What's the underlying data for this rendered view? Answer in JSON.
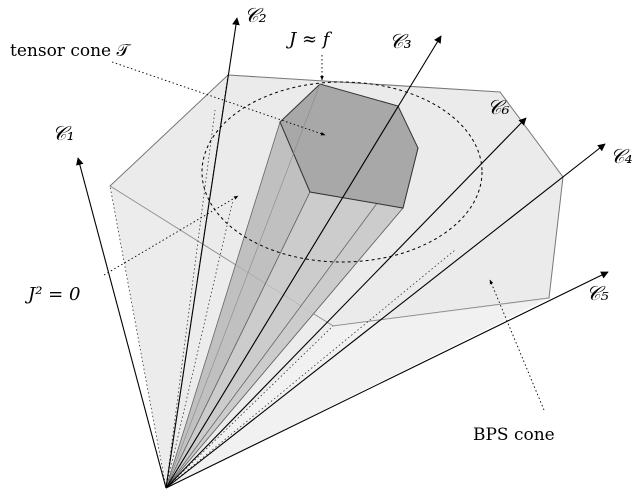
{
  "labels": {
    "tensor_cone": "tensor cone 𝒯",
    "j_approx_f": "J ≈ f",
    "j_squared_zero": "J² = 0",
    "bps_cone": "BPS cone"
  },
  "rays": [
    {
      "id": "c1",
      "label": "𝒞₁"
    },
    {
      "id": "c2",
      "label": "𝒞₂"
    },
    {
      "id": "c3",
      "label": "𝒞₃"
    },
    {
      "id": "c4",
      "label": "𝒞₄"
    },
    {
      "id": "c5",
      "label": "𝒞₅"
    },
    {
      "id": "c6",
      "label": "𝒞₆"
    }
  ],
  "colors": {
    "bps_fill": "#e8e8e8",
    "tensor_side": "#bdbdbd",
    "tensor_cap": "#a9a9a9",
    "stroke": "#000000",
    "edge": "#777777"
  }
}
